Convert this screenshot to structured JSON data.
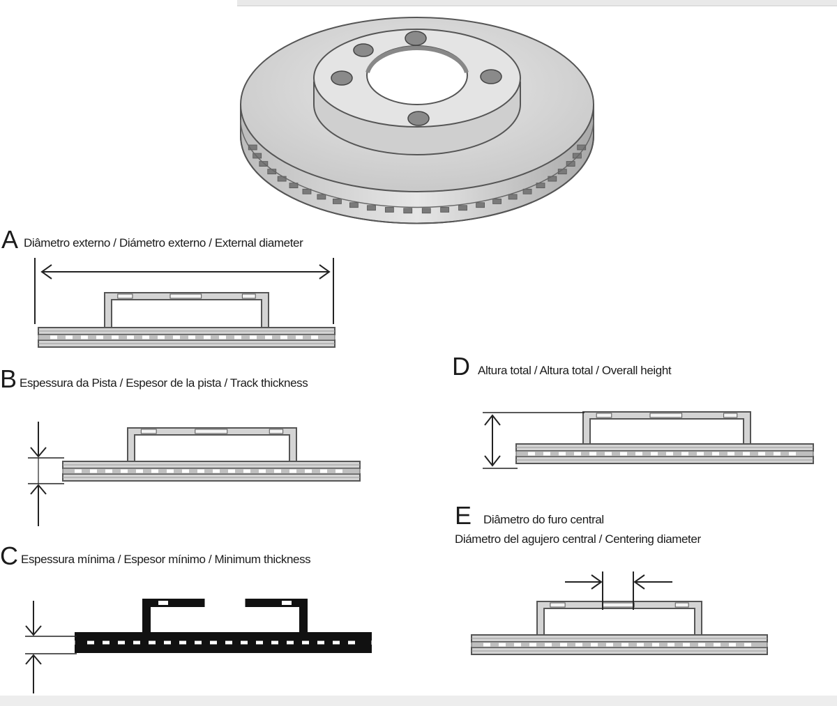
{
  "sections": [
    {
      "letter": "A",
      "caption": "Diâmetro externo / Diámetro externo / External diameter"
    },
    {
      "letter": "B",
      "caption": "Espessura da Pista / Espesor de la pista / Track thickness"
    },
    {
      "letter": "C",
      "caption": "Espessura mínima / Espesor mínimo / Minimum thickness"
    },
    {
      "letter": "D",
      "caption": "Altura total / Altura total / Overall height"
    },
    {
      "letter": "E",
      "caption": "Diâmetro do furo central",
      "caption2": "Diámetro del agujero central / Centering diameter"
    }
  ],
  "colors": {
    "outline": "#555555",
    "fill": "#d4d4d4",
    "dark": "#111111",
    "slot": "#ffffff"
  }
}
